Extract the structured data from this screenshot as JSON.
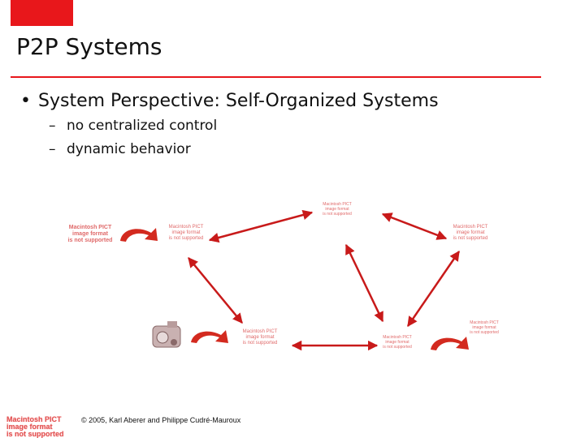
{
  "title": "P2P Systems",
  "bullet": "System Perspective: Self-Organized Systems",
  "sub_bullets": [
    "no centralized control",
    "dynamic behavior"
  ],
  "bullet_symbol": "•",
  "sub_bullet_symbol": "–",
  "pict_placeholder": {
    "line1": "Macintosh PICT",
    "line2": "image format",
    "line3": "is not supported"
  },
  "footer": "© 2005, Karl Aberer and Philippe Cudré-Mauroux",
  "colors": {
    "accent": "#e8171b",
    "arrow": "#c81a1a",
    "placeholder_text": "#e06a6a"
  },
  "icons": [
    "curved-arrow-icon",
    "camera-icon",
    "double-arrow-icon"
  ]
}
